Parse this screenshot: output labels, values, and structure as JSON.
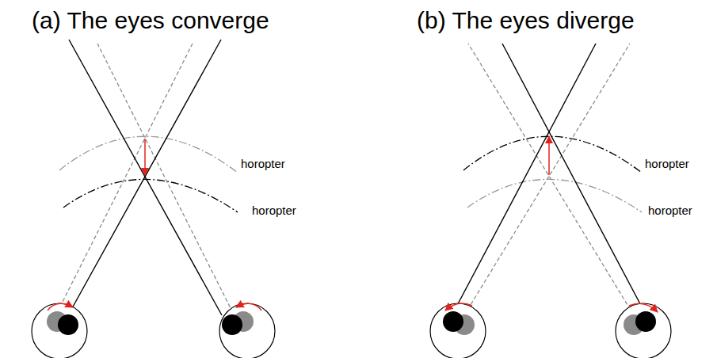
{
  "diagram": {
    "labels": [
      "(a) The eyes converge",
      "(b) The eyes diverge",
      "horopter",
      "horopter",
      "horopter",
      "horopter"
    ]
  }
}
